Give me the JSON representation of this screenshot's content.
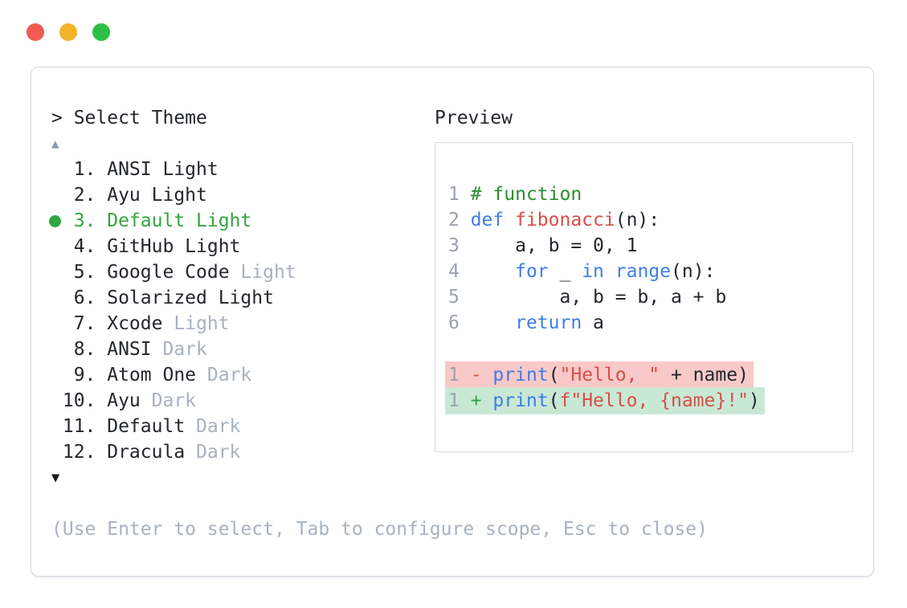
{
  "window": {
    "traffic_lights": [
      {
        "name": "close",
        "color": "#f15b51"
      },
      {
        "name": "minimize",
        "color": "#f3b32a"
      },
      {
        "name": "zoom",
        "color": "#2dbf45"
      }
    ]
  },
  "prompt": {
    "label": "> Select Theme",
    "scroll_up_indicator": "▲",
    "scroll_down_indicator": "▼",
    "help_text": "(Use Enter to select, Tab to configure scope, Esc to close)"
  },
  "theme_list": {
    "selected_number": "3",
    "items": [
      {
        "number": "1",
        "name": "ANSI Light",
        "muted_suffix": "",
        "selected": false
      },
      {
        "number": "2",
        "name": "Ayu Light",
        "muted_suffix": "",
        "selected": false
      },
      {
        "number": "3",
        "name": "Default Light",
        "muted_suffix": "",
        "selected": true
      },
      {
        "number": "4",
        "name": "GitHub Light",
        "muted_suffix": "",
        "selected": false
      },
      {
        "number": "5",
        "name": "Google Code",
        "muted_suffix": "Light",
        "selected": false
      },
      {
        "number": "6",
        "name": "Solarized Light",
        "muted_suffix": "",
        "selected": false
      },
      {
        "number": "7",
        "name": "Xcode",
        "muted_suffix": "Light",
        "selected": false
      },
      {
        "number": "8",
        "name": "ANSI",
        "muted_suffix": "Dark",
        "selected": false
      },
      {
        "number": "9",
        "name": "Atom One",
        "muted_suffix": "Dark",
        "selected": false
      },
      {
        "number": "10",
        "name": "Ayu",
        "muted_suffix": "Dark",
        "selected": false
      },
      {
        "number": "11",
        "name": "Default",
        "muted_suffix": "Dark",
        "selected": false
      },
      {
        "number": "12",
        "name": "Dracula",
        "muted_suffix": "Dark",
        "selected": false
      }
    ]
  },
  "preview": {
    "label": "Preview",
    "code_lines": [
      {
        "num": "1",
        "segments": [
          {
            "text": "# function",
            "style": "comment"
          }
        ]
      },
      {
        "num": "2",
        "segments": [
          {
            "text": "def ",
            "style": "keyword"
          },
          {
            "text": "fibonacci",
            "style": "name"
          },
          {
            "text": "(n):",
            "style": "default"
          }
        ]
      },
      {
        "num": "3",
        "segments": [
          {
            "text": "    a, b = 0, 1",
            "style": "default"
          }
        ]
      },
      {
        "num": "4",
        "segments": [
          {
            "text": "    ",
            "style": "default"
          },
          {
            "text": "for",
            "style": "keyword"
          },
          {
            "text": " _ ",
            "style": "default"
          },
          {
            "text": "in",
            "style": "keyword"
          },
          {
            "text": " ",
            "style": "default"
          },
          {
            "text": "range",
            "style": "keyword"
          },
          {
            "text": "(n):",
            "style": "default"
          }
        ]
      },
      {
        "num": "5",
        "segments": [
          {
            "text": "        a, b = b, a + b",
            "style": "default"
          }
        ]
      },
      {
        "num": "6",
        "segments": [
          {
            "text": "    ",
            "style": "default"
          },
          {
            "text": "return",
            "style": "keyword"
          },
          {
            "text": " a",
            "style": "default"
          }
        ]
      },
      {
        "num": "",
        "segments": []
      },
      {
        "num": "1",
        "highlight": "removed",
        "segments": [
          {
            "text": "- ",
            "style": "minus"
          },
          {
            "text": "print",
            "style": "keyword"
          },
          {
            "text": "(",
            "style": "default"
          },
          {
            "text": "\"Hello, \"",
            "style": "string"
          },
          {
            "text": " + name)",
            "style": "default"
          }
        ]
      },
      {
        "num": "1",
        "highlight": "added",
        "segments": [
          {
            "text": "+ ",
            "style": "plus"
          },
          {
            "text": "print",
            "style": "keyword"
          },
          {
            "text": "(",
            "style": "default"
          },
          {
            "text": "f\"Hello, {name}!\"",
            "style": "string"
          },
          {
            "text": ")",
            "style": "default"
          }
        ]
      }
    ]
  },
  "colors": {
    "text": "#23262c",
    "muted": "#a9b1bf",
    "selected_green": "#32a63f",
    "comment": "#2e8b2e",
    "keyword": "#3f7de9",
    "name": "#d5504c",
    "string": "#d5504c",
    "default": "#23262c",
    "plus": "#2aa548",
    "minus": "#d5504c",
    "line_number": "#9aa2ad",
    "border": "#d4d9e1",
    "removed_bg": "#f8c9c8",
    "added_bg": "#c9e8d4",
    "scroll_up_gray": "#8e99ad",
    "scroll_down_dark": "#16181c"
  }
}
